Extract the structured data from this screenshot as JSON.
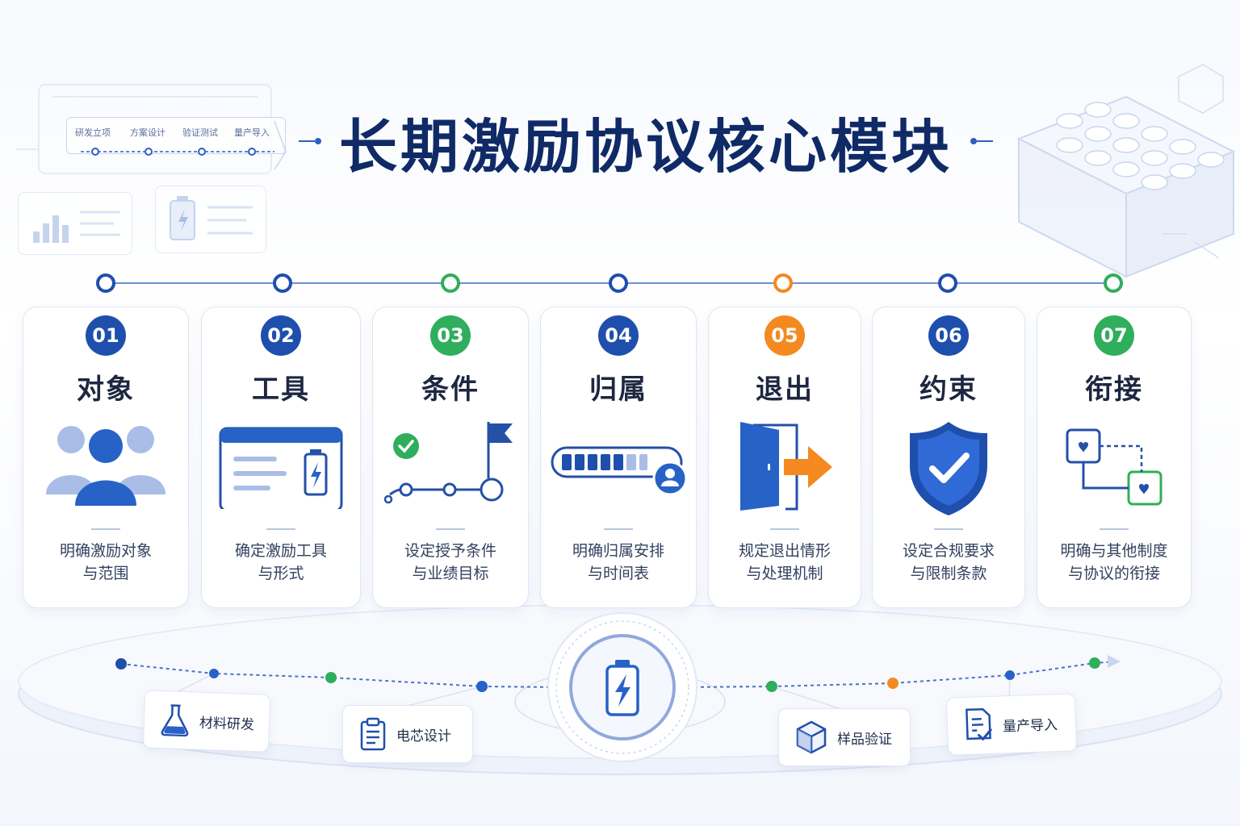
{
  "title": "长期激励协议核心模块",
  "mini_flow": {
    "steps": [
      "研发立项",
      "方案设计",
      "验证测试",
      "量产导入"
    ]
  },
  "colors": {
    "blue": "#1f4fad",
    "green": "#2fae5c",
    "orange": "#f4891f",
    "navy": "#0f2a66"
  },
  "stages": [
    {
      "num": "01",
      "title": "对象",
      "desc": [
        "明确激励对象",
        "与范围"
      ],
      "color": "blue",
      "icon": "people-icon"
    },
    {
      "num": "02",
      "title": "工具",
      "desc": [
        "确定激励工具",
        "与形式"
      ],
      "color": "blue",
      "icon": "battery-card-icon"
    },
    {
      "num": "03",
      "title": "条件",
      "desc": [
        "设定授予条件",
        "与业绩目标"
      ],
      "color": "green",
      "icon": "milestone-flag-icon"
    },
    {
      "num": "04",
      "title": "归属",
      "desc": [
        "明确归属安排",
        "与时间表"
      ],
      "color": "blue",
      "icon": "progress-bar-user-icon"
    },
    {
      "num": "05",
      "title": "退出",
      "desc": [
        "规定退出情形",
        "与处理机制"
      ],
      "color": "orange",
      "icon": "exit-door-icon"
    },
    {
      "num": "06",
      "title": "约束",
      "desc": [
        "设定合规要求",
        "与限制条款"
      ],
      "color": "blue",
      "icon": "shield-check-icon"
    },
    {
      "num": "07",
      "title": "衔接",
      "desc": [
        "明确与其他制度",
        "与协议的衔接"
      ],
      "color": "green",
      "icon": "linked-boxes-icon"
    }
  ],
  "process": [
    {
      "label": "材料研发",
      "icon": "flask-icon"
    },
    {
      "label": "电芯设计",
      "icon": "clipboard-icon"
    },
    {
      "label": "样品验证",
      "icon": "cube-icon"
    },
    {
      "label": "量产导入",
      "icon": "document-check-icon"
    }
  ],
  "center_icon": "battery-bolt-icon"
}
